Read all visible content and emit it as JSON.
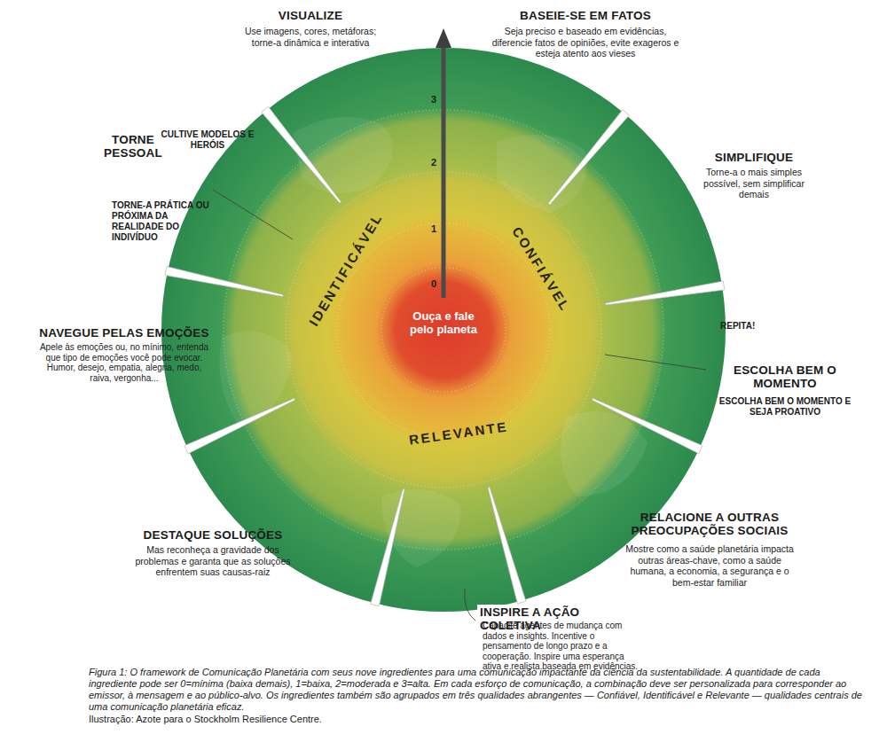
{
  "diagram": {
    "caption": "Figura 1: O framework de Comunicação Planetária com seus nove ingredientes para uma comunicação impactante da ciência da sustentabilidade. A quantidade de cada ingrediente pode ser 0=mínima (baixa demais), 1=baixa, 2=moderada e 3=alta. Em cada esforço de comunicação, a combinação deve ser personalizada para corresponder ao emissor, à mensagem e ao público-alvo. Os ingredientes também são agrupados em três qualidades abrangentes — Confiável, Identificável e Relevante — qualidades centrais de uma comunicação planetária eficaz.",
    "nodes": [
      {
        "text": [
          "Ouça e fale pelo planeta"
        ]
      }
    ],
    "labels": [
      "VISUALIZE",
      "Use imagens, cores, metáforas; torne-a dinâmica e interativa",
      "BASEIE-SE EM FATOS",
      "Seja preciso e baseado em evidências, diferencie fatos de opiniões, evite exageros e esteja atento aos vieses",
      "TORNE PESSOAL",
      "CULTIVE MODELOS E HERÓIS",
      "TORNE-A PRÁTICA OU PRÓXIMA DA REALIDADE DO INDIVÍDUO",
      "SIMPLIFIQUE",
      "Torne-a o mais simples possível, sem simplificar demais",
      "NAVEGUE PELAS EMOÇÕES",
      "Apele às emoções ou, no mínimo, entenda que tipo de emoções você pode evocar. Humor, desejo, empatia, alegria, medo, raiva, vergonha...",
      "REPITA!",
      "ESCOLHA BEM O MOMENTO",
      "ESCOLHA BEM O MOMENTO E SEJA PROATIVO",
      "DESTAQUE SOLUÇÕES",
      "Mas reconheça a gravidade dos problemas e garanta que as soluções enfrentem suas causas-raiz",
      "RELACIONE A OUTRAS PREOCUPAÇÕES SOCIAIS",
      "Mostre como a saúde planetária impacta outras áreas-chave, como a saúde humana, a economia, a segurança e o bem-estar familiar",
      "INSPIRE A AÇÃO COLETIVA",
      "Capacite agentes de mudança com dados e insights. Incentive o pensamento de longo prazo e a cooperação. Inspire uma esperança ativa e realista baseada em evidências.",
      "0",
      "1",
      "2",
      "3",
      "IDENTIFICÁVEL",
      "CONFIÁVEL",
      "RELEVANTE",
      "Ilustração: Azote para o Stockholm Resilience Centre."
    ]
  }
}
